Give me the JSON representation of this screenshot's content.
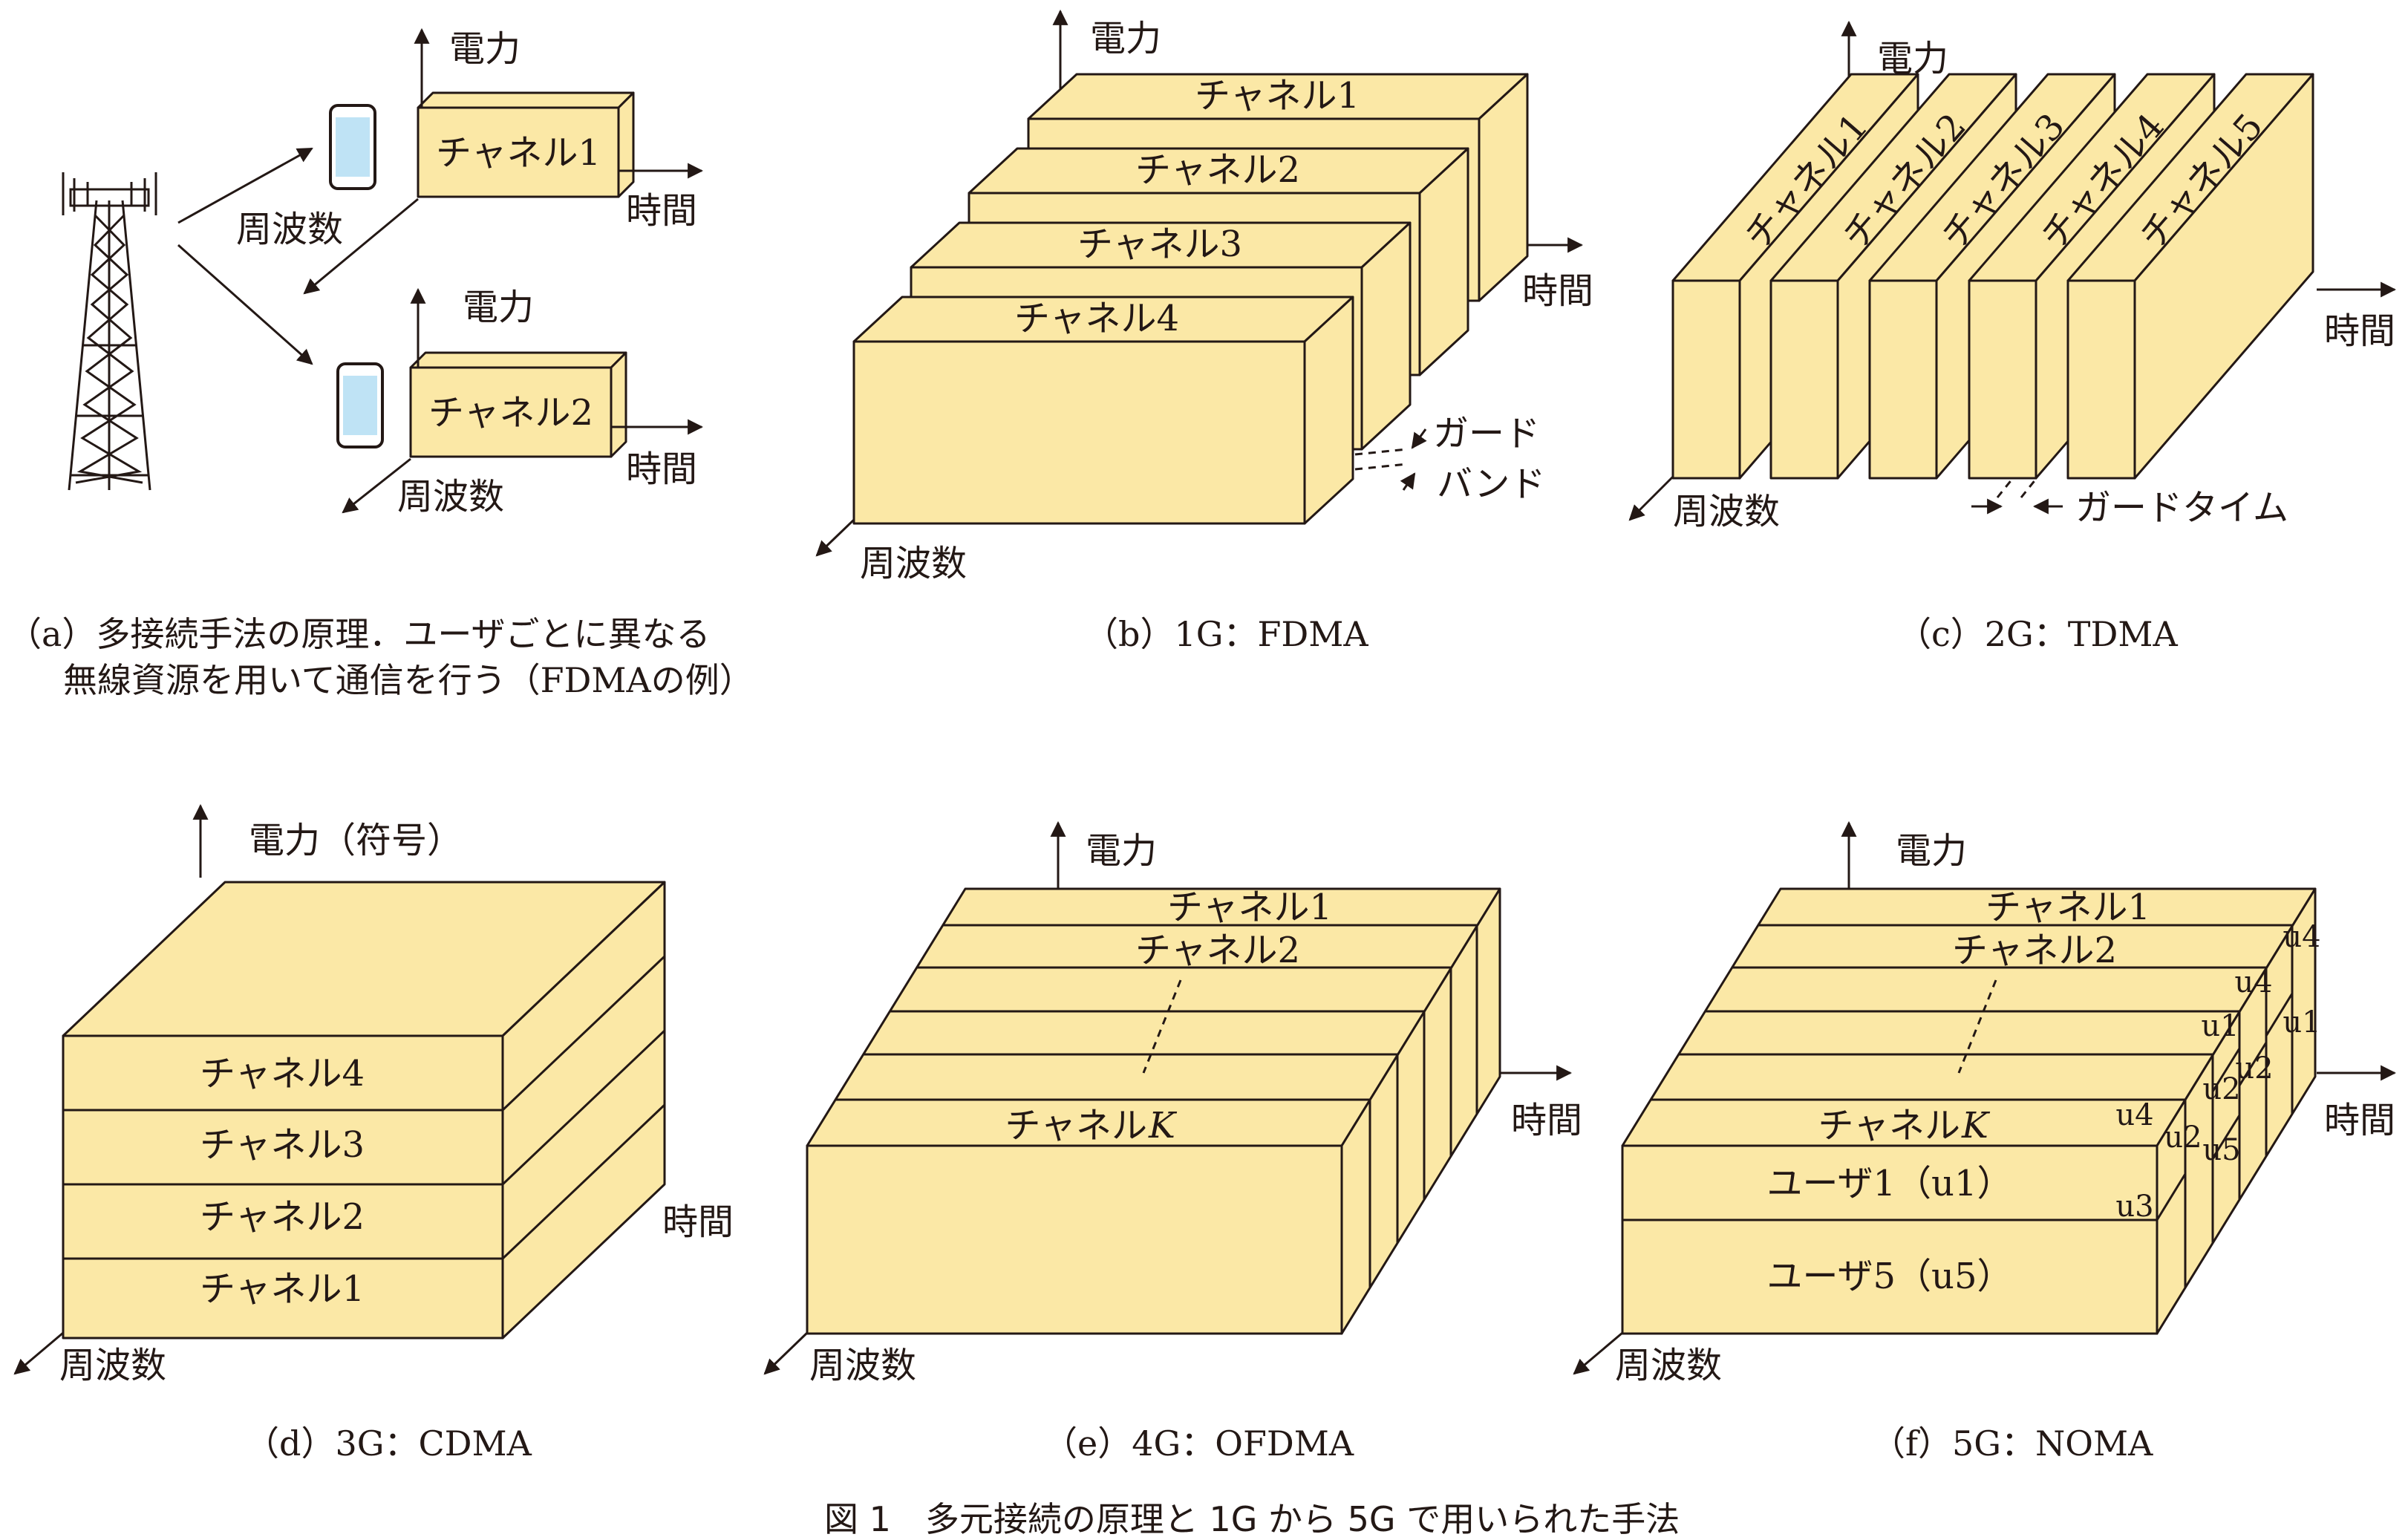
{
  "figure_caption": "図 1　多元接続の原理と 1G から 5G で用いられた手法",
  "colors": {
    "box_fill": "#fbe8a6",
    "line": "#231815",
    "phone_screen": "#bfe3f5"
  },
  "axes": {
    "power": "電力",
    "power_code": "電力（符号）",
    "time": "時間",
    "frequency": "周波数"
  },
  "panel_a": {
    "caption_line1": "（a）多接続手法の原理．ユーザごとに異なる",
    "caption_line2": "無線資源を用いて通信を行う（FDMAの例）",
    "channels": [
      "チャネル1",
      "チャネル2"
    ],
    "icons": [
      "base-station-tower-icon",
      "smartphone-icon"
    ]
  },
  "panel_b": {
    "caption": "（b）1G：FDMA",
    "channels": [
      "チャネル1",
      "チャネル2",
      "チャネル3",
      "チャネル4"
    ],
    "guard_line1": "ガード",
    "guard_line2": "バンド"
  },
  "panel_c": {
    "caption": "（c）2G：TDMA",
    "channels": [
      "チャネル1",
      "チャネル2",
      "チャネル3",
      "チャネル4",
      "チャネル5"
    ],
    "guard": "ガードタイム"
  },
  "panel_d": {
    "caption": "（d）3G：CDMA",
    "channels": [
      "チャネル4",
      "チャネル3",
      "チャネル2",
      "チャネル1"
    ]
  },
  "panel_e": {
    "caption": "（e）4G：OFDMA",
    "channel_1": "チャネル1",
    "channel_2": "チャネル2",
    "channel_k": "チャネル",
    "k_symbol": "K"
  },
  "panel_f": {
    "caption": "（f）5G：NOMA",
    "channel_1": "チャネル1",
    "channel_2": "チャネル2",
    "channel_k": "チャネル",
    "k_symbol": "K",
    "user_1": "ユーザ1（u1）",
    "user_5": "ユーザ5（u5）",
    "users": [
      "u1",
      "u2",
      "u3",
      "u4",
      "u5"
    ]
  }
}
